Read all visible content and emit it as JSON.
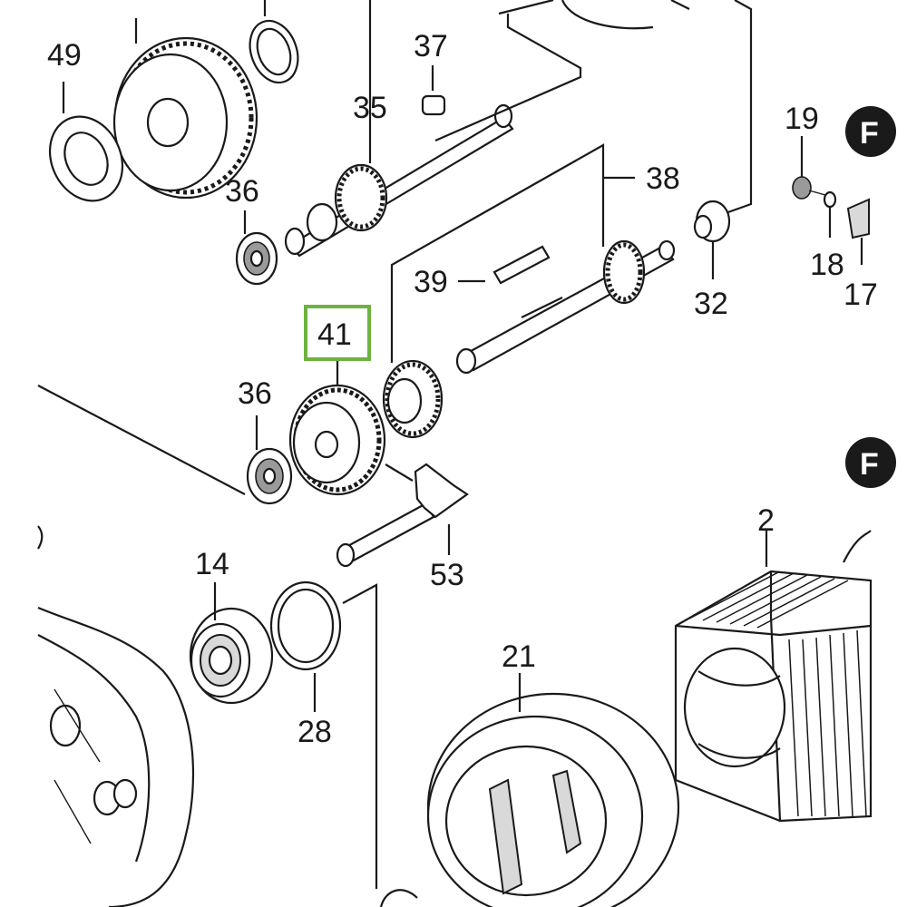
{
  "parts": [
    {
      "id": "49",
      "label": "49"
    },
    {
      "id": "35",
      "label": "35"
    },
    {
      "id": "37",
      "label": "37"
    },
    {
      "id": "36a",
      "label": "36"
    },
    {
      "id": "38",
      "label": "38"
    },
    {
      "id": "19",
      "label": "19"
    },
    {
      "id": "18",
      "label": "18"
    },
    {
      "id": "17",
      "label": "17"
    },
    {
      "id": "32",
      "label": "32"
    },
    {
      "id": "39",
      "label": "39"
    },
    {
      "id": "41",
      "label": "41"
    },
    {
      "id": "36b",
      "label": "36"
    },
    {
      "id": "53",
      "label": "53"
    },
    {
      "id": "2",
      "label": "2"
    },
    {
      "id": "14",
      "label": "14"
    },
    {
      "id": "28",
      "label": "28"
    },
    {
      "id": "21",
      "label": "21"
    }
  ],
  "section_markers": [
    {
      "id": "top",
      "label": "F"
    },
    {
      "id": "mid",
      "label": "F"
    }
  ],
  "highlight": {
    "part_id": "41",
    "color": "#6db33f"
  },
  "colors": {
    "ink": "#1a1a1a",
    "highlight": "#6db33f"
  }
}
